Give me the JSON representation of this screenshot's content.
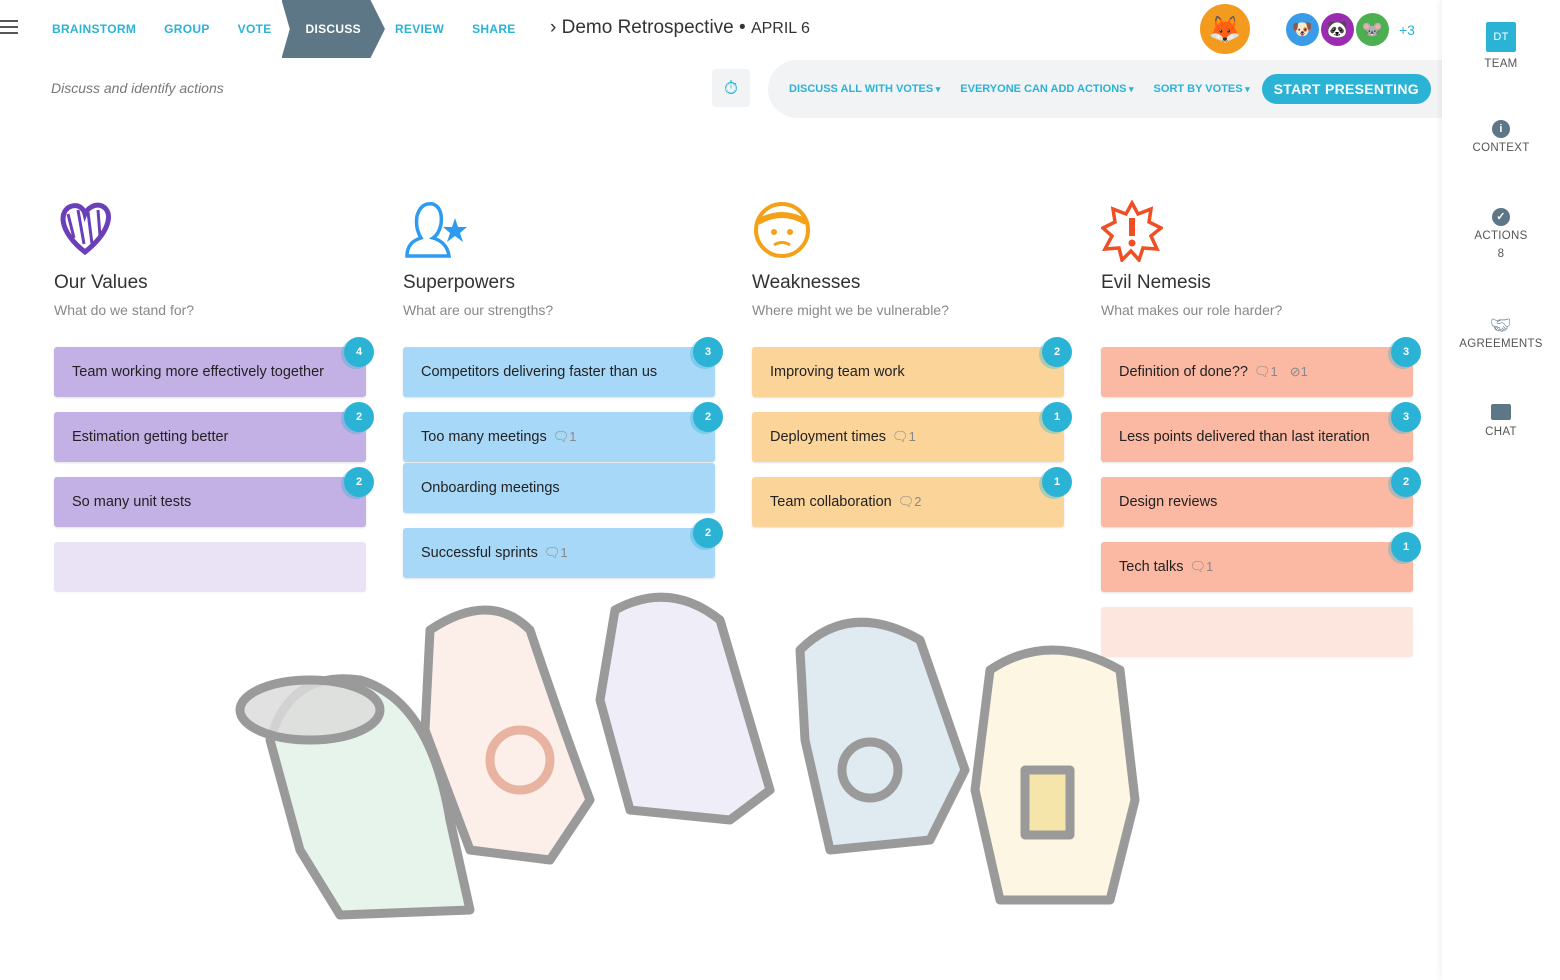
{
  "nav": {
    "steps": [
      "BRAINSTORM",
      "GROUP",
      "VOTE",
      "DISCUSS",
      "REVIEW",
      "SHARE"
    ],
    "active": "DISCUSS"
  },
  "header": {
    "title": "Demo Retrospective",
    "date": "APRIL 6",
    "more_participants": "+3"
  },
  "subtitle": "Discuss and identify actions",
  "toolbar": {
    "discuss": "DISCUSS ALL WITH VOTES",
    "actions": "EVERYONE CAN ADD ACTIONS",
    "sort": "SORT BY VOTES",
    "present": "START PRESENTING"
  },
  "sidebar": {
    "team_initials": "DT",
    "team": "TEAM",
    "context": "CONTEXT",
    "actions": "ACTIONS",
    "actions_count": "8",
    "agreements": "AGREEMENTS",
    "chat": "CHAT"
  },
  "colors": {
    "accent": "#2bb3d6",
    "discuss": "#5e7787"
  },
  "columns": [
    {
      "title": "Our Values",
      "subtitle": "What do we stand for?",
      "icon": "heart-icon",
      "color": "#c3b0e4",
      "cards": [
        {
          "text": "Team working more effectively together",
          "votes": "4"
        },
        {
          "text": "Estimation getting better",
          "votes": "2"
        },
        {
          "text": "So many unit tests",
          "votes": "2"
        }
      ],
      "empty": true
    },
    {
      "title": "Superpowers",
      "subtitle": "What are our strengths?",
      "icon": "person-star-icon",
      "color": "#a8d8f8",
      "cards": [
        {
          "text": "Competitors delivering faster than us",
          "votes": "3"
        },
        {
          "text": "Too many meetings",
          "votes": "2",
          "comments": "1"
        },
        {
          "text": "Onboarding meetings",
          "grouped": true
        },
        {
          "text": "Successful sprints",
          "votes": "2",
          "comments": "1"
        }
      ],
      "empty": false
    },
    {
      "title": "Weaknesses",
      "subtitle": "Where might we be vulnerable?",
      "icon": "worried-face-icon",
      "color": "#fbd49a",
      "cards": [
        {
          "text": "Improving team work",
          "votes": "2"
        },
        {
          "text": "Deployment times",
          "votes": "1",
          "comments": "1"
        },
        {
          "text": "Team collaboration",
          "votes": "1",
          "comments": "2"
        }
      ],
      "empty": false
    },
    {
      "title": "Evil Nemesis",
      "subtitle": "What makes our role harder?",
      "icon": "alert-burst-icon",
      "color": "#fbb8a2",
      "cards": [
        {
          "text": "Definition of done??",
          "votes": "3",
          "comments": "1",
          "actions": "1"
        },
        {
          "text": "Less points delivered than last iteration",
          "votes": "3"
        },
        {
          "text": "Design reviews",
          "votes": "2"
        },
        {
          "text": "Tech talks",
          "votes": "1",
          "comments": "1"
        }
      ],
      "empty": true
    }
  ]
}
